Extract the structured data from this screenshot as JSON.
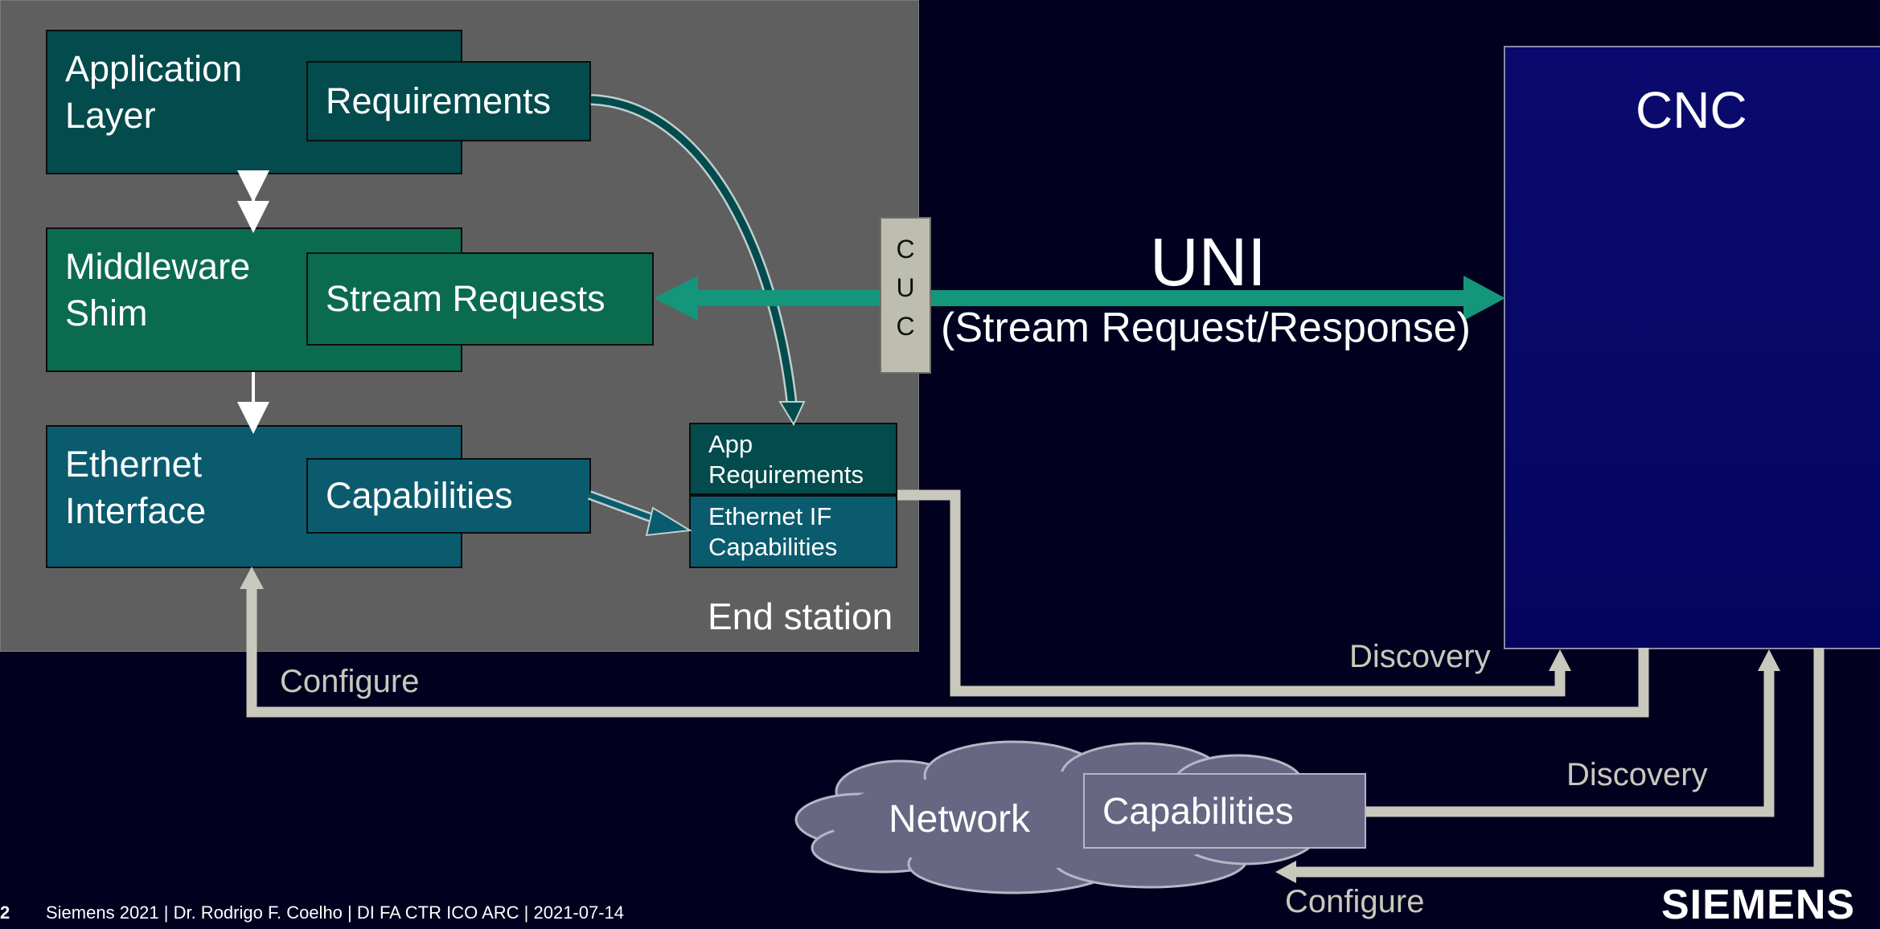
{
  "end_station": {
    "label": "End station",
    "application_layer": {
      "title_line1": "Application",
      "title_line2": "Layer",
      "inner": "Requirements"
    },
    "middleware_shim": {
      "title_line1": "Middleware",
      "title_line2": "Shim",
      "inner": "Stream Requests"
    },
    "ethernet_interface": {
      "title_line1": "Ethernet",
      "title_line2": "Interface",
      "inner": "Capabilities"
    },
    "app_requirements": {
      "line1": "App",
      "line2": "Requirements"
    },
    "ethernet_if_capabilities": {
      "line1": "Ethernet IF",
      "line2": "Capabilities"
    }
  },
  "cuc": {
    "letters": [
      "C",
      "U",
      "C"
    ]
  },
  "uni": {
    "title": "UNI",
    "subtitle": "(Stream Request/Response)"
  },
  "cnc": {
    "title": "CNC"
  },
  "flows": {
    "discovery_1": "Discovery",
    "configure_1": "Configure",
    "discovery_2": "Discovery",
    "configure_2": "Configure"
  },
  "network": {
    "label": "Network",
    "capabilities": "Capabilities"
  },
  "footer": {
    "page_number": "2",
    "text": "Siemens 2021 | Dr. Rodrigo F. Coelho | DI FA CTR ICO ARC | 2021-07-14",
    "logo": "SIEMENS"
  },
  "colors": {
    "background": "#02001f",
    "panel": "#5f5f5f",
    "application_teal": "#034b4c",
    "middleware_green": "#0b6b4e",
    "ethernet_teal": "#0b5b6e",
    "uni_arrow": "#13967a",
    "cnc_blue": "#0a0a6e",
    "flow_gray": "#c8c8bc"
  }
}
